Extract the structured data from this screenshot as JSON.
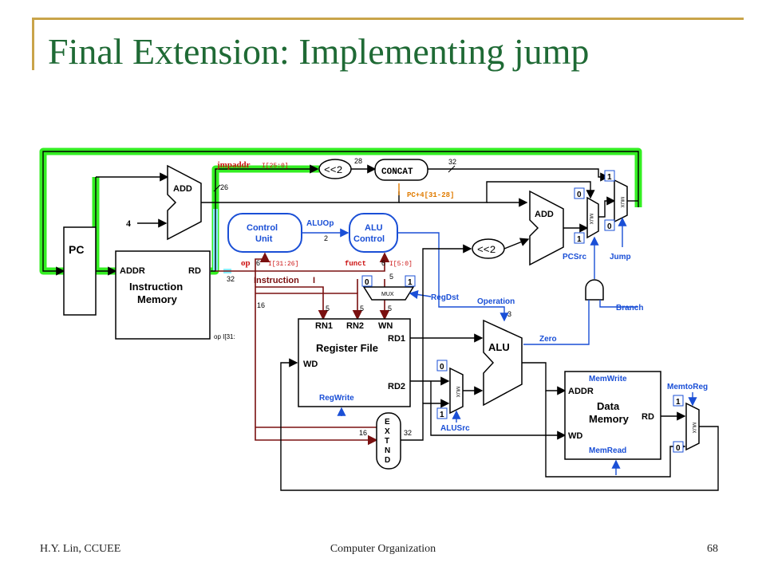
{
  "slide": {
    "title": "Final Extension: Implementing jump"
  },
  "footer": {
    "left": "H.Y. Lin, CCUEE",
    "center": "Computer Organization",
    "right": "68"
  },
  "diagram": {
    "blocks": {
      "pc": "PC",
      "instr_mem_addr": "ADDR",
      "instr_mem_rd": "RD",
      "instr_mem_title": "Instruction",
      "instr_mem_title2": "Memory",
      "add_top": "ADD",
      "add_right": "ADD",
      "shift_top": "<<2",
      "shift_mid": "<<2",
      "concat": "CONCAT",
      "control_unit": "Control",
      "control_unit2": "Unit",
      "alu_control": "ALU",
      "alu_control2": "Control",
      "regfile_rn1": "RN1",
      "regfile_rn2": "RN2",
      "regfile_wn": "WN",
      "regfile_rd1": "RD1",
      "regfile_rd2": "RD2",
      "regfile_wd": "WD",
      "regfile_title": "Register File",
      "alu": "ALU",
      "extend": [
        "E",
        "X",
        "T",
        "N",
        "D"
      ],
      "dmem_addr": "ADDR",
      "dmem_title": "Data",
      "dmem_title2": "Memory",
      "dmem_rd": "RD",
      "dmem_wd": "WD",
      "mux": "MUX"
    },
    "signals": {
      "jmpaddr": "jmpaddr",
      "i25": "I[25:0]",
      "pc4": "PC+4[31-28]",
      "aluop": "ALUOp",
      "op": "op",
      "i3126": "I[31:26]",
      "funct": "funct",
      "i50": "I[5:0]",
      "instruction": "Instruction",
      "instr_i": "I",
      "regdst": "RegDst",
      "operation": "Operation",
      "pcsrc": "PCSrc",
      "jump": "Jump",
      "branch": "Branch",
      "zero": "Zero",
      "regwrite": "RegWrite",
      "alusrc": "ALUSrc",
      "memwrite": "MemWrite",
      "memread": "MemRead",
      "memtoreg": "MemtoReg",
      "op_i31": "op I[31:",
      "four": "4"
    },
    "bus_widths": {
      "w26": "26",
      "w28": "28",
      "w32a": "32",
      "w32b": "32",
      "w32c": "32",
      "w16a": "16",
      "w16b": "16",
      "w6a": "6",
      "w6b": "6",
      "w2": "2",
      "w3": "3",
      "w5a": "5",
      "w5b": "5",
      "w5c": "5",
      "w5d": "5"
    },
    "mux_inputs": {
      "zero": "0",
      "one": "1"
    },
    "colors": {
      "highlight_green": "#33ee22",
      "highlight_cyan": "#88eeff",
      "wire_dark_red": "#7a1010",
      "control_blue": "#1a4fd6",
      "label_red": "#cc1111",
      "label_orange": "#e07b00",
      "title_green": "#1f6a35",
      "frame_gold": "#c9a449"
    }
  }
}
